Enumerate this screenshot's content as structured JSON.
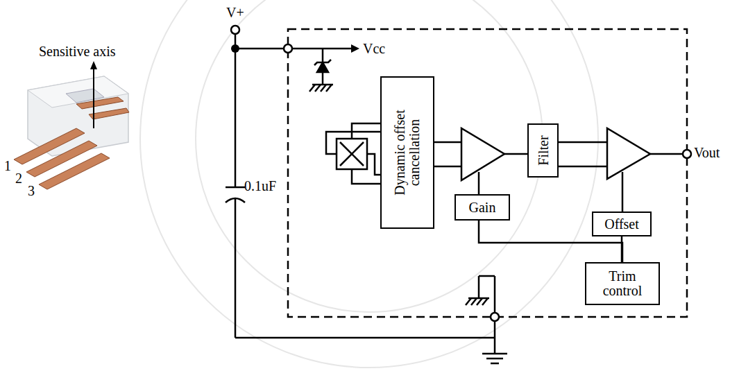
{
  "diagram": {
    "nodes": [
      {
        "text": [
          "Dynamic offset cancellation"
        ]
      },
      {
        "text": [
          "Filter"
        ]
      },
      {
        "text": [
          "Gain"
        ]
      },
      {
        "text": [
          "Offset"
        ]
      },
      {
        "text": [
          "Trim control"
        ]
      }
    ],
    "edges": [
      {
        "from": 2,
        "to": 4,
        "arrow": "none"
      },
      {
        "from": 3,
        "to": 4,
        "arrow": "none"
      }
    ],
    "labels": [
      "Sensitive axis",
      "1",
      "2",
      "3",
      "V+",
      "Vcc",
      "Vout",
      "0.1uF"
    ]
  }
}
